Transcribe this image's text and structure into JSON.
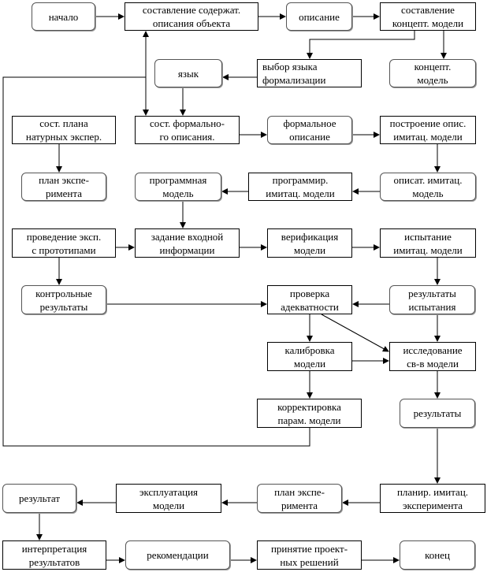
{
  "nodes": {
    "start": "начало",
    "content": "составление содержат.\nописания объекта",
    "desc": "описание",
    "concept": "составление\nконцепт. модели",
    "lang": "язык",
    "langsel": "выбор языка\nформализации",
    "cmodel": "концепт.\nмодель",
    "natplan": "сост. плана\nнатурных экспер.",
    "formal": "сост. формально-\nго описания.",
    "formdesc": "формальное\nописание",
    "build": "построение опис.\nимитац. модели",
    "plan1": "план экспе-\nримента",
    "prog": "программная\nмодель",
    "progr": "программир.\nимитац. модели",
    "descm": "описат. имитац.\nмодель",
    "proto": "проведение эксп.\nс прототипами",
    "input": "задание входной\nинформации",
    "verif": "верификация\nмодели",
    "test": "испытание\nимитац. модели",
    "ctrl": "контрольные\nрезультаты",
    "adeq": "проверка\nадекватности",
    "testres": "результаты\nиспытания",
    "calib": "калибровка\nмодели",
    "study": "исследование\nсв-в модели",
    "corr": "корректировка\nпарам. модели",
    "res": "результаты",
    "result": "результат",
    "expl": "эксплуатация\nмодели",
    "plan2": "план экспе-\nримента",
    "planexp": "планир. имитац.\nэксперимента",
    "interp": "интерпретация\nрезультатов",
    "recom": "рекомендации",
    "decis": "принятие проект-\nных решений",
    "end": "конец"
  },
  "colors": {
    "line": "#000000",
    "rounded_border": "#555555"
  }
}
